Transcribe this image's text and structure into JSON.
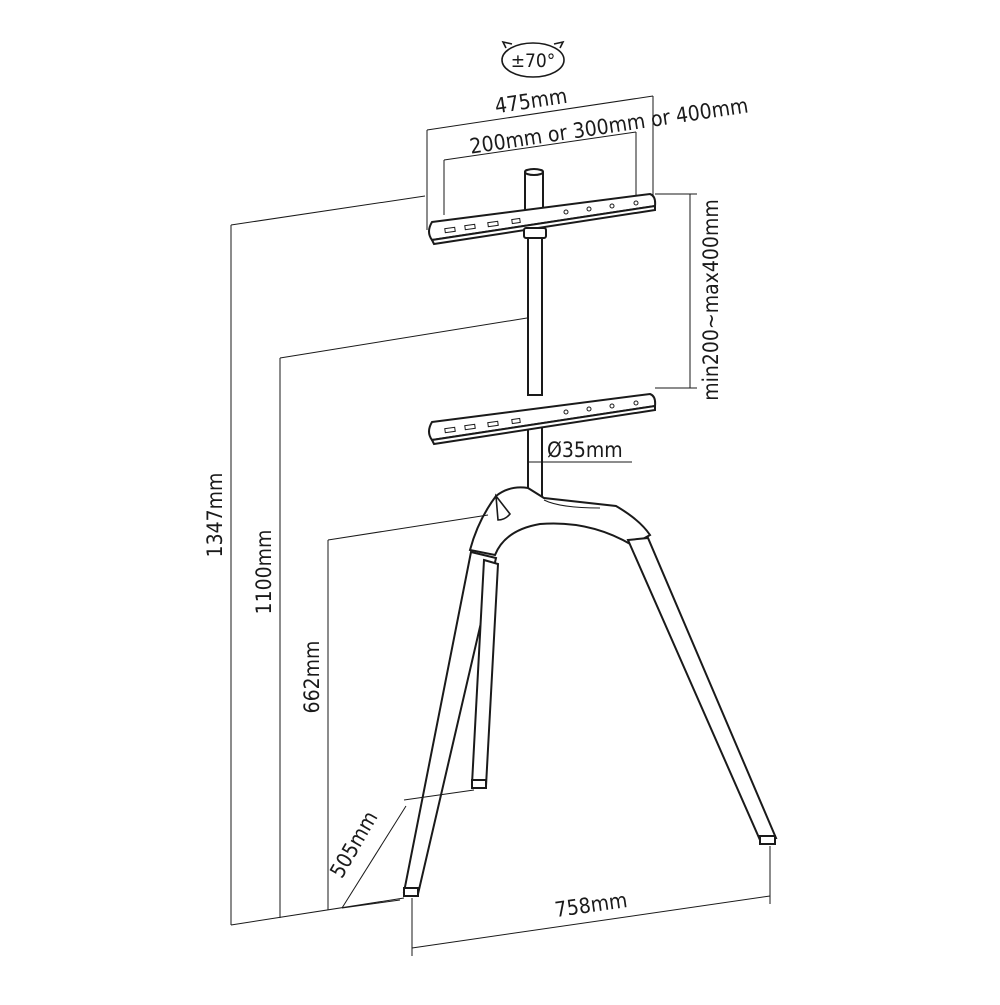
{
  "diagram": {
    "rotation_label": "±70°",
    "dimensions": {
      "overall_width": "475mm",
      "vesa_pattern": "200mm or 300mm or 400mm",
      "bracket_spacing": "min200~max400mm",
      "pole_diameter": "Ø35mm",
      "total_height": "1347mm",
      "mid_height": "1100mm",
      "leg_height": "662mm",
      "rear_leg_offset": "505mm",
      "base_width": "758mm"
    }
  }
}
